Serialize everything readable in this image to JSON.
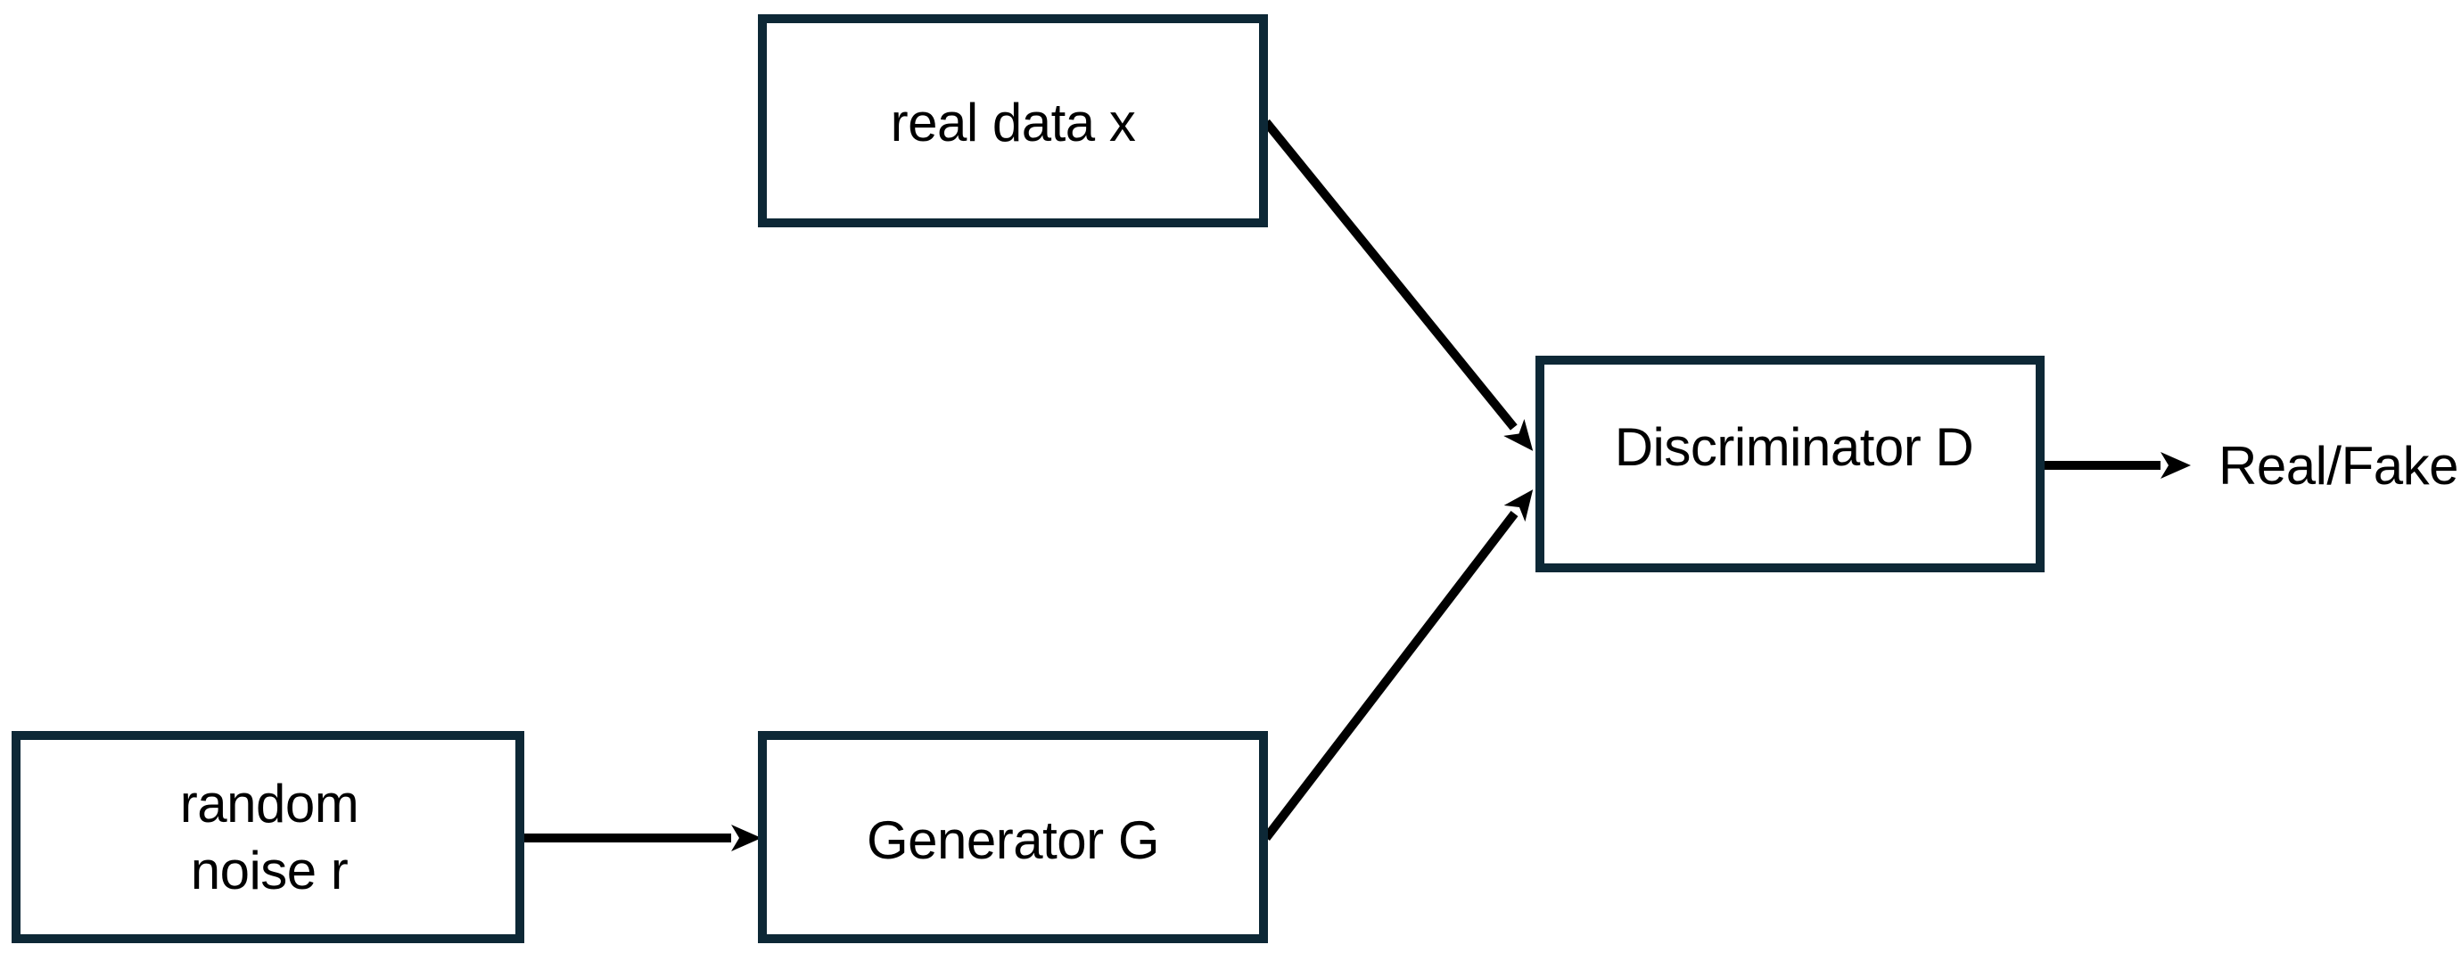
{
  "diagram": {
    "type": "flowchart",
    "subject": "GAN architecture",
    "background": "#ffffff",
    "colors": {
      "node_border": "#0d2836",
      "node_fill": "#ffffff",
      "arrow": "#000000",
      "label_text": "#000000"
    },
    "nodes": {
      "real_data": {
        "label": "real data x"
      },
      "random_noise": {
        "line1": "random",
        "line2": "noise r"
      },
      "generator": {
        "label": "Generator G"
      },
      "discriminator": {
        "label": "Discriminator D"
      }
    },
    "output": {
      "label": "Real/Fake"
    },
    "edges": [
      {
        "from": "real data x",
        "to": "Discriminator D"
      },
      {
        "from": "random noise r",
        "to": "Generator G"
      },
      {
        "from": "Generator G",
        "to": "Discriminator D"
      },
      {
        "from": "Discriminator D",
        "to": "Real/Fake"
      }
    ]
  }
}
